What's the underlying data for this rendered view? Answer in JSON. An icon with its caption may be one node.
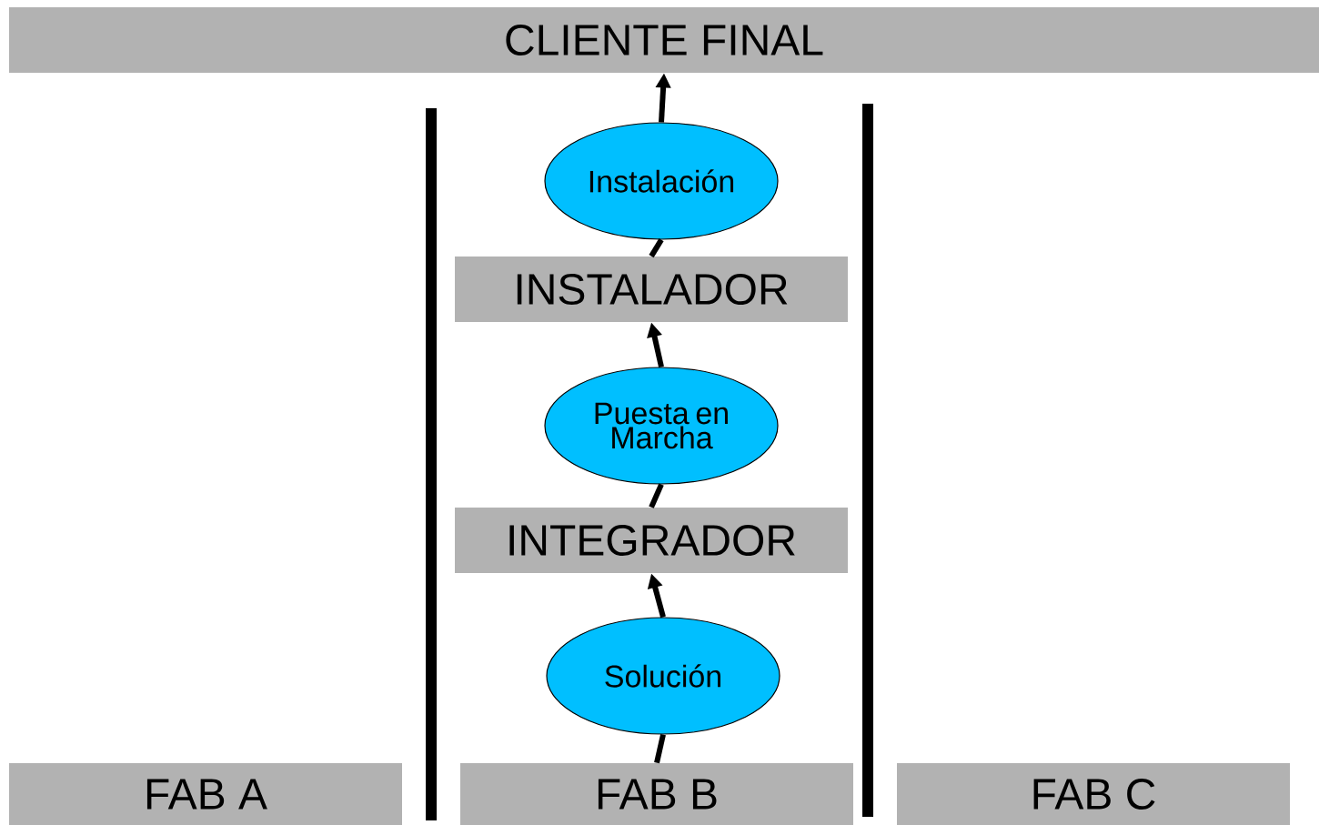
{
  "diagram": {
    "nodes": [
      {
        "text": [
          "CLIENTE FINAL"
        ]
      },
      {
        "text": [
          "Instalación"
        ]
      },
      {
        "text": [
          "INSTALADOR"
        ]
      },
      {
        "text": [
          "Puesta en Marcha"
        ]
      },
      {
        "text": [
          "INTEGRADOR"
        ]
      },
      {
        "text": [
          "Solución"
        ]
      },
      {
        "text": [
          "FAB A"
        ]
      },
      {
        "text": [
          "FAB B"
        ]
      },
      {
        "text": [
          "FAB C"
        ]
      }
    ],
    "edges": [
      {
        "from": 7,
        "to": 5,
        "arrow": "none"
      },
      {
        "from": 5,
        "to": 4,
        "arrow": "to"
      },
      {
        "from": 4,
        "to": 3,
        "arrow": "none"
      },
      {
        "from": 3,
        "to": 2,
        "arrow": "to"
      },
      {
        "from": 2,
        "to": 1,
        "arrow": "none"
      },
      {
        "from": 1,
        "to": 0,
        "arrow": "to"
      }
    ]
  }
}
